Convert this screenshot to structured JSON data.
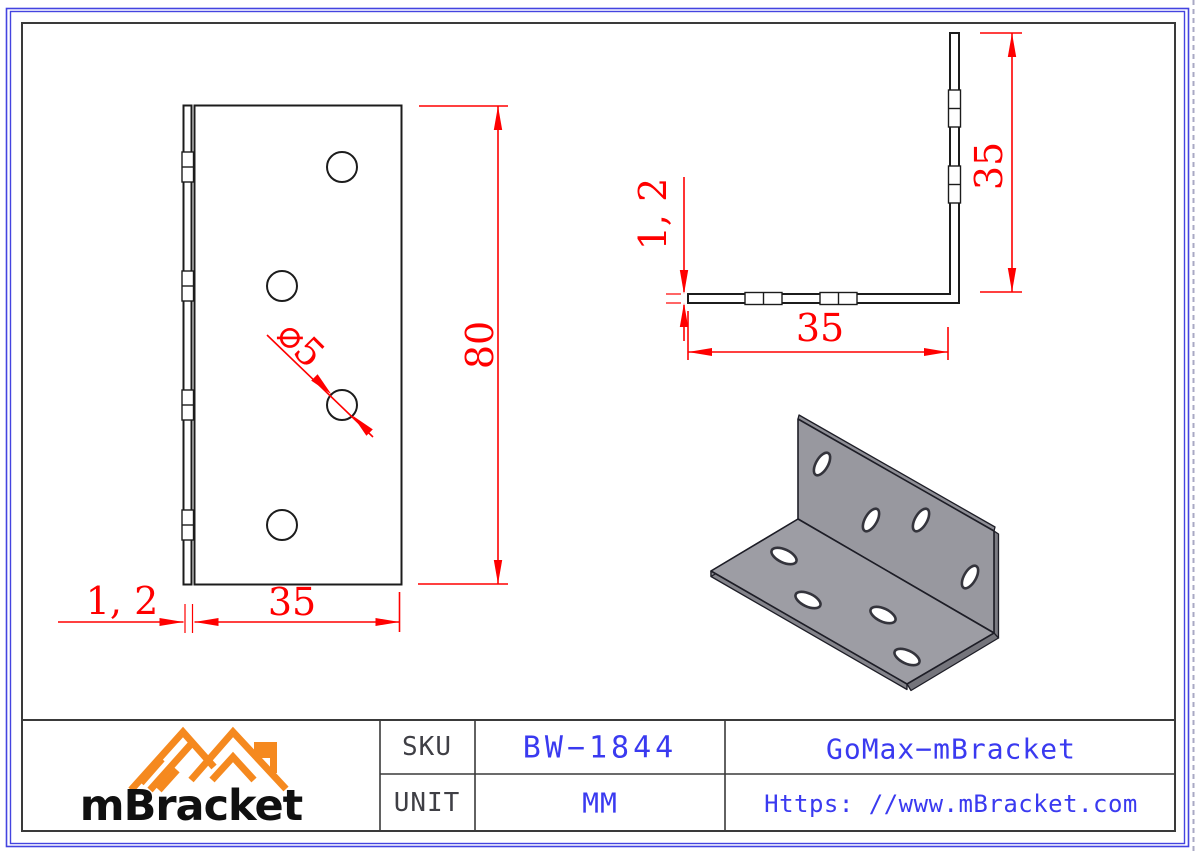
{
  "drawing": {
    "front_view": {
      "height": "80",
      "width": "35",
      "thickness": "1, 2",
      "hole_diameter": "⌀5"
    },
    "side_view": {
      "vertical_leg": "35",
      "horizontal_leg": "35",
      "thickness": "1, 2"
    }
  },
  "title_block": {
    "brand": "mBracket",
    "rows": [
      {
        "label": "SKU",
        "value": "BW−1844",
        "info": "GoMax−mBracket"
      },
      {
        "label": "UNIT",
        "value": "MM",
        "info": "Https: //www.mBracket.com"
      }
    ]
  },
  "colors": {
    "dimension_red": "#FF0000",
    "value_blue": "#3A3AF0",
    "logo_orange": "#F5891F",
    "part_gray": "#9B9BA2"
  }
}
